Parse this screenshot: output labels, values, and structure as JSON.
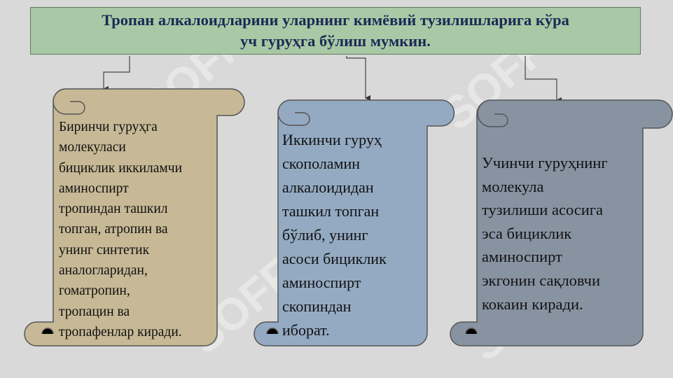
{
  "title": {
    "line1": "Тропан алкалоидларини уларнинг кимёвий тузилишларига кўра",
    "line2": "уч гуруҳга бўлиш мумкин."
  },
  "scrolls": [
    {
      "lines": [
        "Биринчи гуруҳга",
        "молекуласи",
        "бициклик иккиламчи",
        "аминоспирт",
        "тропиндан ташкил",
        "топган, атропин ва",
        "унинг синтетик",
        "аналогларидан,",
        "гоматропин,",
        "тропацин ва",
        "тропафенлар киради."
      ],
      "fill": "#c7b996"
    },
    {
      "lines": [
        "Иккинчи гуруҳ",
        "скополамин",
        "алкалоидидан",
        "ташкил топган",
        "бўлиб, унинг",
        "асоси бициклик",
        "аминоспирт",
        "скопиндан",
        "иборат."
      ],
      "fill": "#94aac3"
    },
    {
      "lines": [
        "Учинчи гуруҳнинг",
        "молекула",
        "тузилиши асосига",
        "эса бициклик",
        "аминоспирт",
        "экгонин сақловчи",
        "кокаин киради."
      ],
      "fill": "#8893a2"
    }
  ],
  "watermark": "SOFF"
}
